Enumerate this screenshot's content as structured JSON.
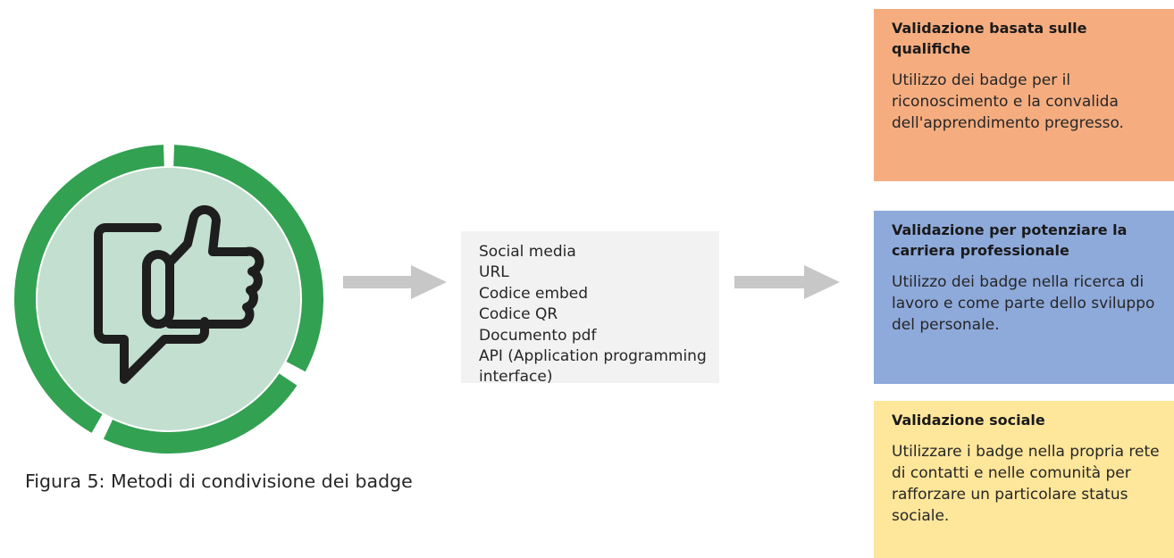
{
  "colors": {
    "ring_green": "#33a152",
    "ring_inner": "#c2dfcf",
    "icon_stroke": "#1e1e1e",
    "arrow_gray": "#c7c7c7",
    "methods_bg": "#f2f2f2",
    "box_orange": "#f5ad80",
    "box_blue": "#8eaadb",
    "box_yellow": "#fee69a"
  },
  "icon": {
    "badge": "thumbs-up-speech-bubble-icon"
  },
  "methods": [
    "Social media",
    "URL",
    "Codice embed",
    "Codice QR",
    "Documento pdf",
    "API (Application programming interface)"
  ],
  "caption": "Figura 5: Metodi di condivisione dei badge",
  "validations": [
    {
      "title": "Validazione basata sulle qualifiche",
      "description": "Utilizzo dei badge per il riconoscimento e la convalida dell'apprendimento pregresso."
    },
    {
      "title": "Validazione per potenziare la carriera professionale",
      "description": "Utilizzo dei badge nella ricerca di lavoro e come parte dello sviluppo del personale."
    },
    {
      "title": "Validazione sociale",
      "description": "Utilizzare i badge nella propria rete di contatti e nelle comunità per rafforzare un particolare status sociale."
    }
  ]
}
